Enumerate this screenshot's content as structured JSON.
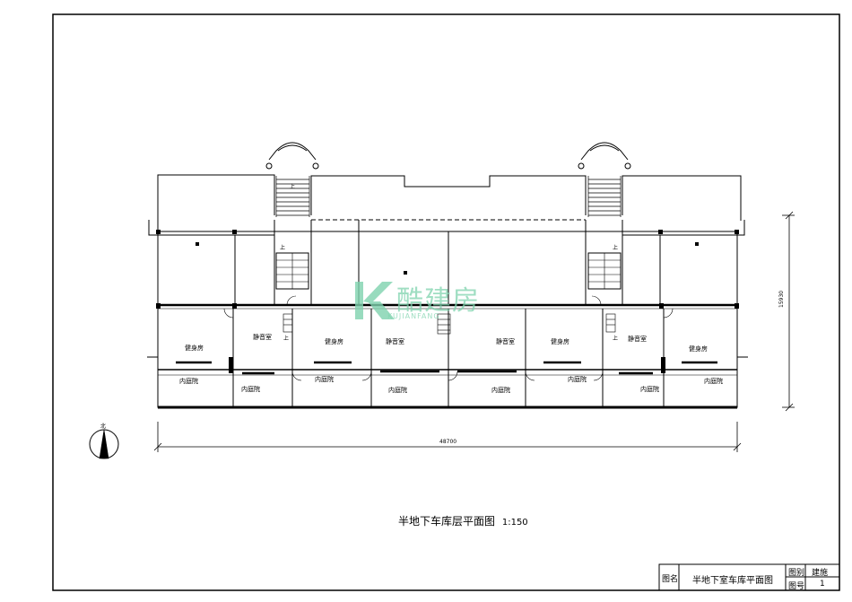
{
  "drawing": {
    "title": "半地下车库层平面图",
    "scale": "1:150",
    "overall_width_dim": "48700",
    "overall_depth_dim": "15930",
    "north_label": "北"
  },
  "rooms": {
    "fitness": "健身房",
    "quiet_room": "静音室",
    "courtyard": "内庭院",
    "up": "上"
  },
  "title_block": {
    "name_label": "图名",
    "name_value": "半地下室车库平面图",
    "category_label": "图别",
    "category_value": "建施",
    "number_label": "图号",
    "number_value": "1"
  },
  "watermark": {
    "main": "酷建房",
    "sub": "KUJIANFANG"
  },
  "colors": {
    "line": "#000000",
    "watermark": "#7fd3ae"
  }
}
